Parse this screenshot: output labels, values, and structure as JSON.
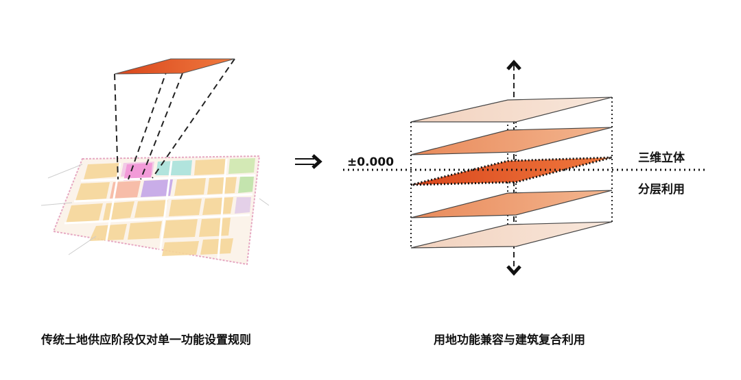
{
  "left_caption": "传统土地供应阶段仅对单一功能设置规则",
  "right_caption": "用地功能兼容与建筑复合利用",
  "datum_label": "±0.000",
  "side_label_top": "三维立体",
  "side_label_bottom": "分层利用",
  "colors": {
    "orange_dark": "#e8592a",
    "orange_mid": "#ee9e72",
    "orange_light": "#f5dccb",
    "outline": "#444444"
  },
  "layers": [
    {
      "name": "layer-top",
      "fill": "#f5dccb"
    },
    {
      "name": "layer-upper",
      "fill": "#ee9e72"
    },
    {
      "name": "layer-ground",
      "fill": "#e8592a"
    },
    {
      "name": "layer-lower",
      "fill": "#ee9e72"
    },
    {
      "name": "layer-bottom",
      "fill": "#f5dccb"
    }
  ]
}
